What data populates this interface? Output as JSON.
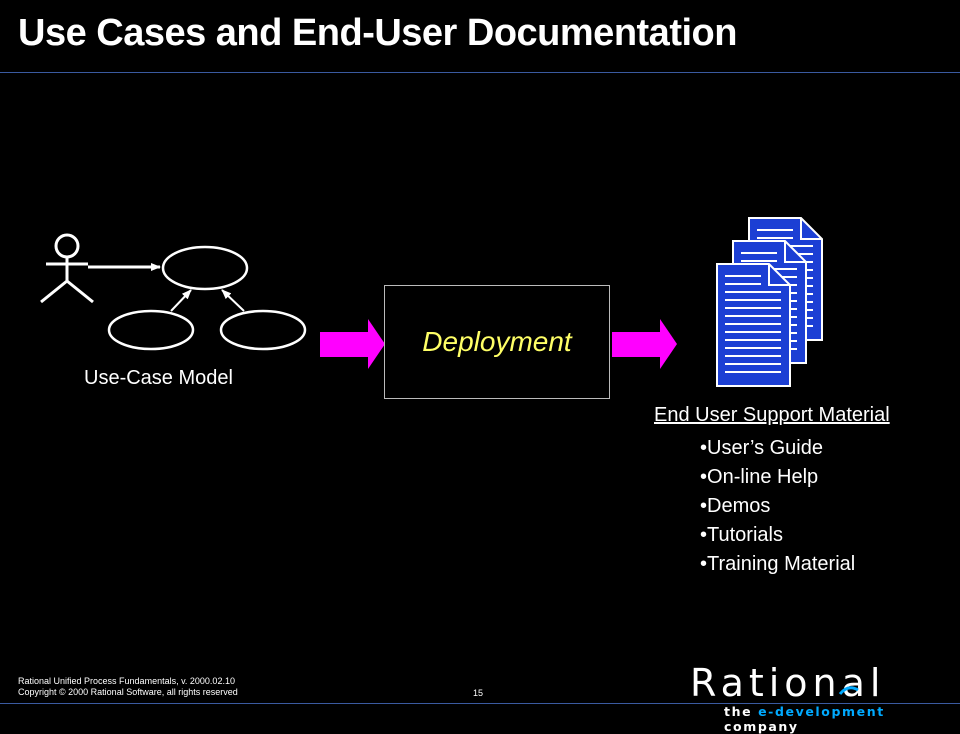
{
  "slide": {
    "title": "Use Cases and End-User Documentation"
  },
  "diagram": {
    "use_case_model_label": "Use-Case Model",
    "process_box_label": "Deployment",
    "arrow_color": "#ff00ff",
    "document_color": "#1c3fd4",
    "process_label_color": "#ffff66"
  },
  "end_user_material": {
    "heading": "End User Support Material",
    "items": [
      "User’s Guide",
      "On-line Help",
      "Demos",
      "Tutorials",
      "Training Material"
    ]
  },
  "footer": {
    "line1": "Rational Unified Process Fundamentals, v. 2000.02.10",
    "line2": "Copyright © 2000 Rational Software, all rights reserved",
    "page_number": "15"
  },
  "logo": {
    "wordmark": "Rational",
    "tagline_prefix": "the ",
    "tagline_accent": "e-development",
    "tagline_suffix": " company"
  }
}
